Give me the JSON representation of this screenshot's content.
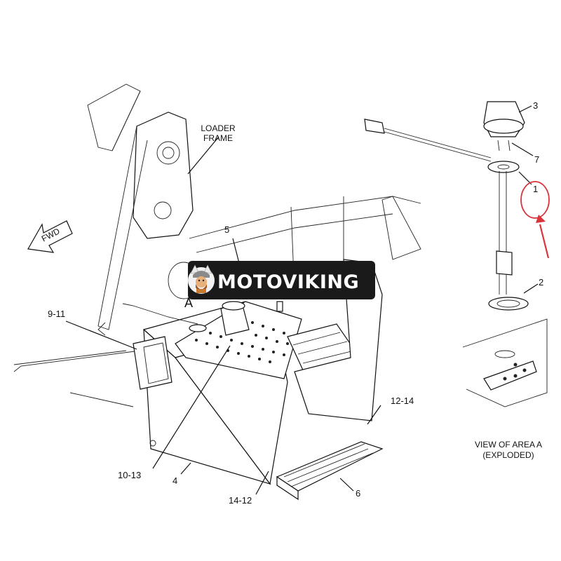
{
  "labels": {
    "loader_frame_line1": "LOADER",
    "loader_frame_line2": "FRAME",
    "fwd": "FWD",
    "area_a": "A",
    "view_line1": "VIEW OF AREA A",
    "view_line2": "(EXPLODED)"
  },
  "callouts": {
    "c1": "1",
    "c2": "2",
    "c3": "3",
    "c4": "4",
    "c5": "5",
    "c6": "6",
    "c7": "7",
    "c9_11": "9-11",
    "c10_13": "10-13",
    "c12_14": "12-14",
    "c14_12": "14-12"
  },
  "watermark": {
    "brand": "MOTOVIKING"
  },
  "colors": {
    "line": "#111111",
    "highlight": "#d8343a",
    "watermark_bg": "#1a1a1a"
  }
}
